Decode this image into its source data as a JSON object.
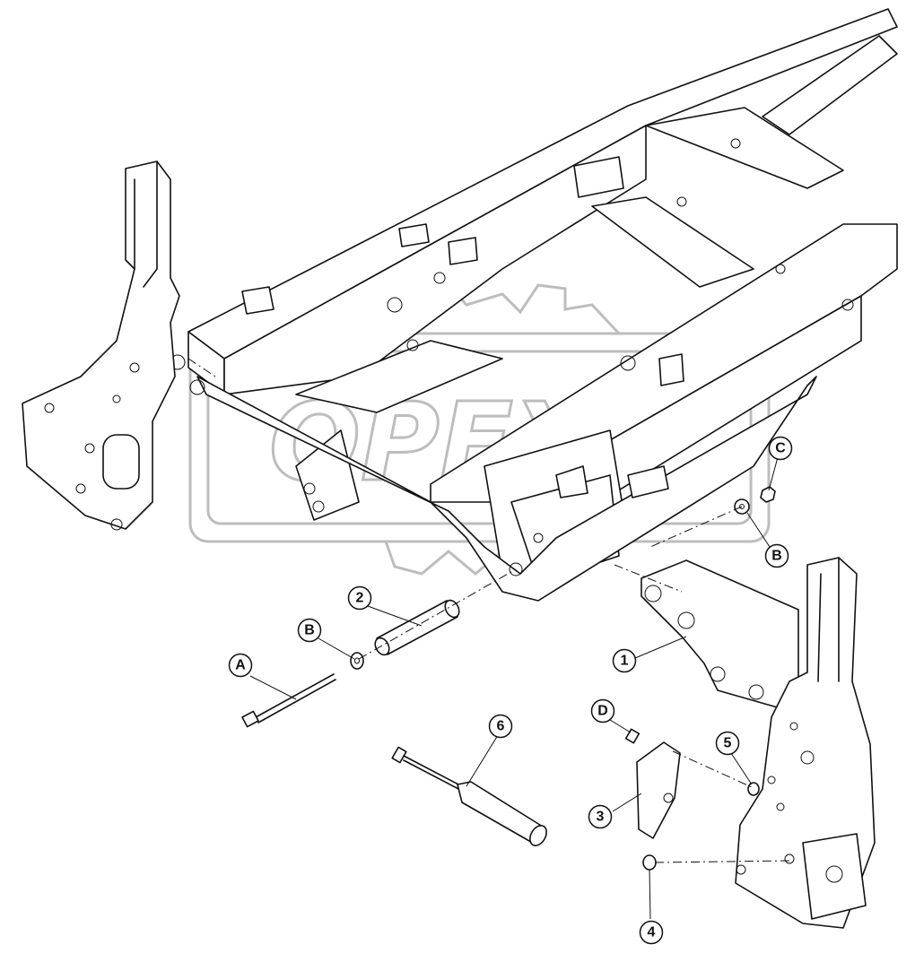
{
  "watermark": {
    "text": "OPEX"
  },
  "callouts": [
    {
      "id": "A",
      "label": "A"
    },
    {
      "id": "B1",
      "label": "B"
    },
    {
      "id": "B2",
      "label": "B"
    },
    {
      "id": "C",
      "label": "C"
    },
    {
      "id": "D",
      "label": "D"
    },
    {
      "id": "1",
      "label": "1"
    },
    {
      "id": "2",
      "label": "2"
    },
    {
      "id": "3",
      "label": "3"
    },
    {
      "id": "4",
      "label": "4"
    },
    {
      "id": "5",
      "label": "5"
    },
    {
      "id": "6",
      "label": "6"
    }
  ]
}
